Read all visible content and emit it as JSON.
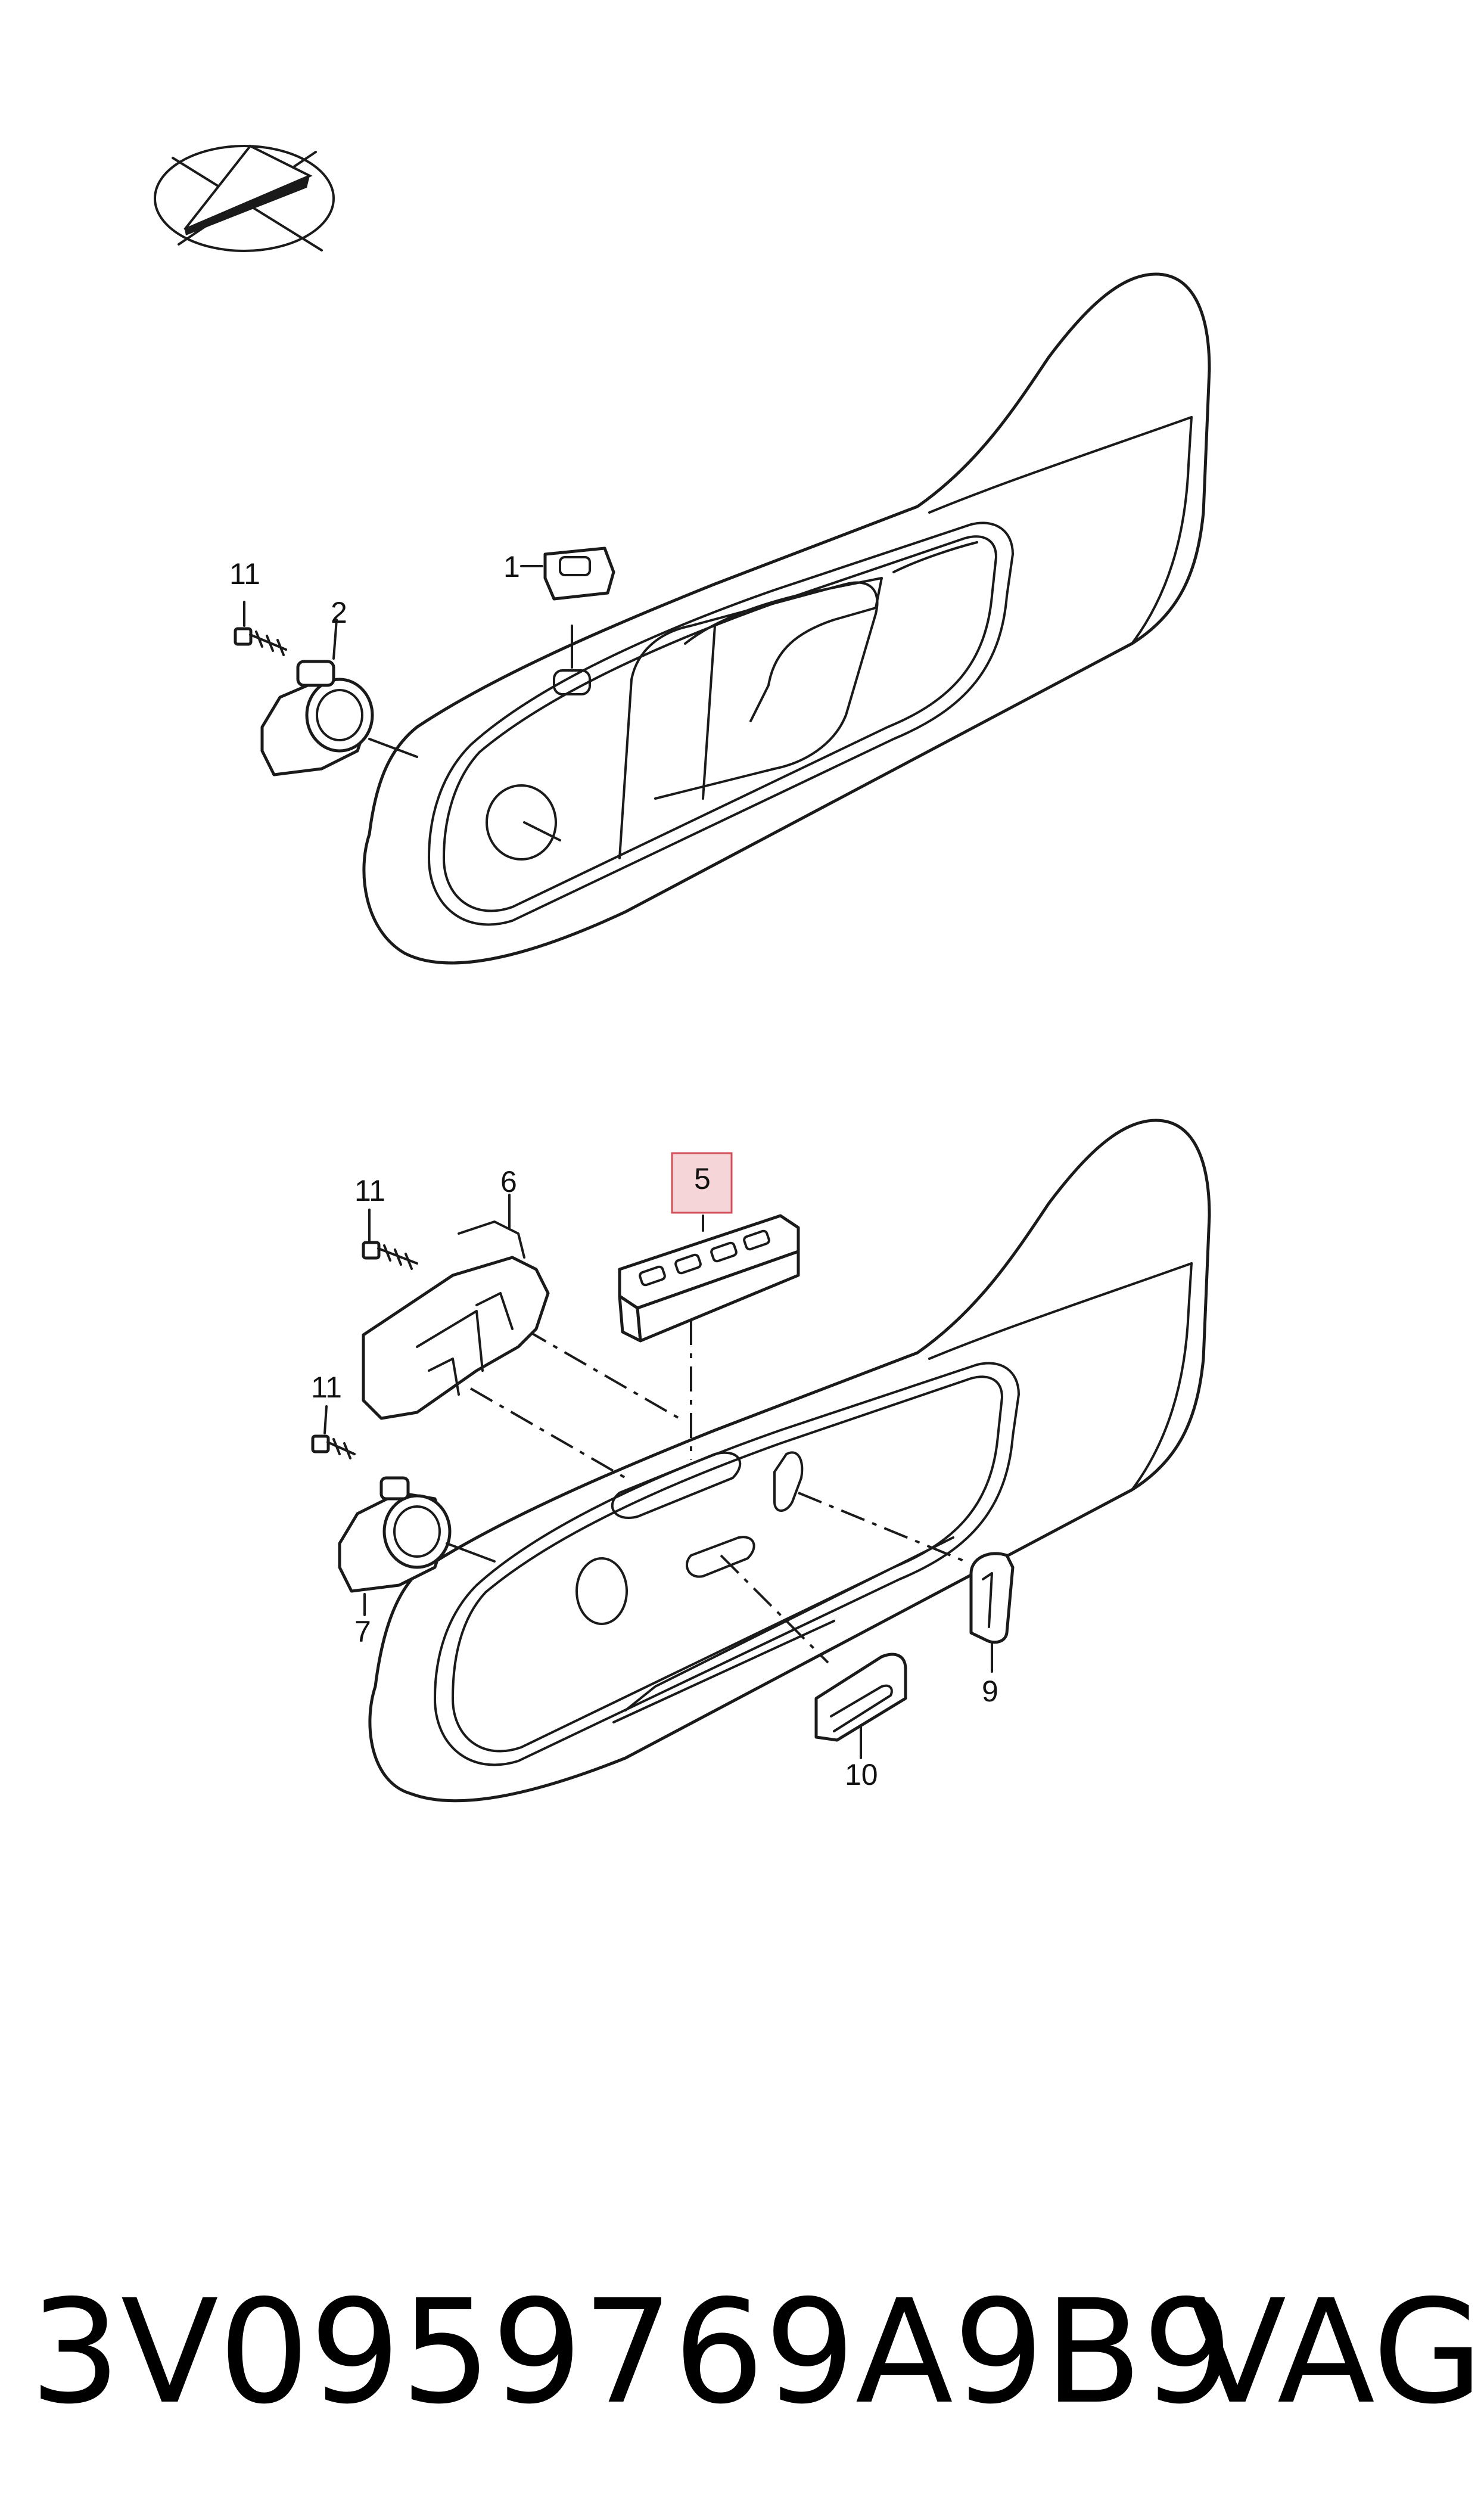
{
  "diagram": {
    "logo": {
      "icon": "pen-nib-logo"
    },
    "callouts": {
      "top_panel": [
        {
          "id": "c1",
          "label": "1"
        },
        {
          "id": "c2",
          "label": "2"
        },
        {
          "id": "c11a",
          "label": "11"
        }
      ],
      "bottom_panel": [
        {
          "id": "c5",
          "label": "5",
          "highlighted": true
        },
        {
          "id": "c6",
          "label": "6"
        },
        {
          "id": "c7",
          "label": "7"
        },
        {
          "id": "c9",
          "label": "9"
        },
        {
          "id": "c10",
          "label": "10"
        },
        {
          "id": "c11b",
          "label": "11"
        },
        {
          "id": "c11c",
          "label": "11"
        }
      ]
    },
    "highlight_color": "#f6d5d9",
    "highlight_border": "#d0505a"
  },
  "footer": {
    "part_number": "3V0959769A9B9",
    "brand": "VAG"
  }
}
